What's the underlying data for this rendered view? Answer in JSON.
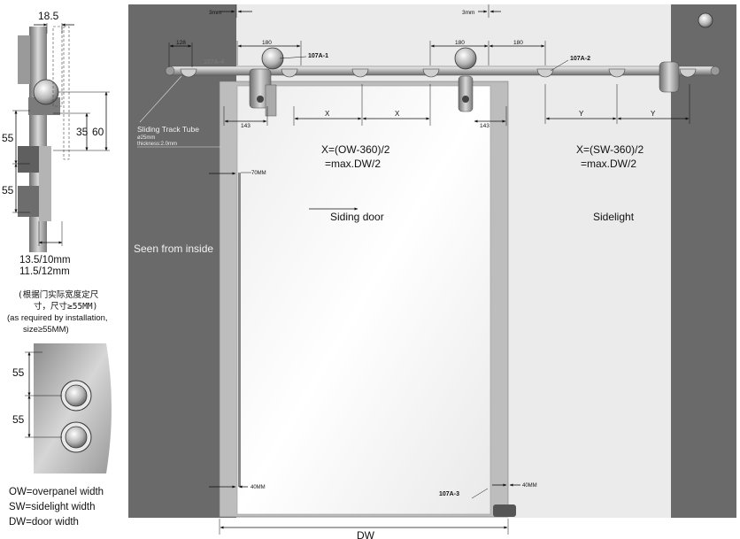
{
  "left_detail": {
    "top_dim": "18.5",
    "dim_55_a": "55",
    "dim_55_b": "55",
    "dim_35": "35",
    "dim_60": "60",
    "glass_line1": "13.5/10mm",
    "glass_line2": "11.5/12mm",
    "note_cn_line1": "(根据门实际宽度定尺",
    "note_cn_line2": "寸，尺寸≥55MM)",
    "note_en_line1": "(as required by installation,",
    "note_en_line2": "size≥55MM)",
    "plate_dim_a": "55",
    "plate_dim_b": "55"
  },
  "legend": {
    "ow": "OW=overpanel width",
    "sw": "SW=sidelight width",
    "dw": "DW=door width"
  },
  "main": {
    "gap_left": "3mm",
    "gap_right": "3mm",
    "dim_128": "128",
    "dim_180_a": "180",
    "dim_180_b": "180",
    "dim_180_c": "180",
    "dim_143_a": "143",
    "dim_143_b": "143",
    "part_107A4": "107A-4",
    "part_107A1": "107A-1",
    "part_107A2": "107A-2",
    "part_107A3": "107A-3",
    "x_label_1": "X",
    "x_label_2": "X",
    "y_label_1": "Y",
    "y_label_2": "Y",
    "track_title": "Sliding Track Tube",
    "track_dia": "ø25mm",
    "track_thickness": "thickness:2.0mm",
    "formula_x_1": "X=(OW-360)/2",
    "formula_x_2": "=max.DW/2",
    "formula_y_1": "X=(SW-360)/2",
    "formula_y_2": "=max.DW/2",
    "sliding_door": "Siding door",
    "sidelight": "Sidelight",
    "seen_from_inside": "Seen from inside",
    "dim_70mm": "70MM",
    "dim_40mm_left": "40MM",
    "dim_40mm_right": "40MM",
    "dw_label": "DW"
  }
}
